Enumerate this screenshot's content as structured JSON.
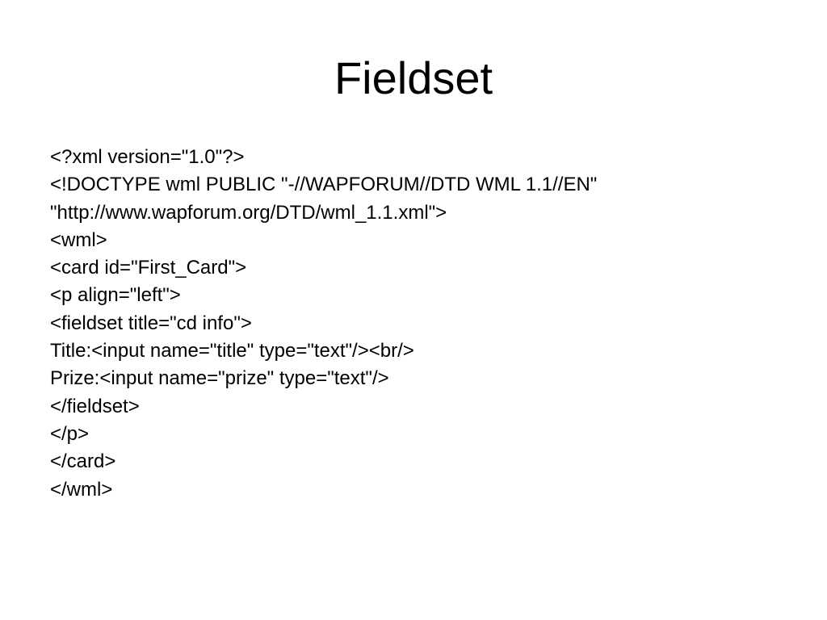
{
  "slide": {
    "title": "Fieldset",
    "lines": [
      "<?xml version=\"1.0\"?>",
      "<!DOCTYPE wml PUBLIC \"-//WAPFORUM//DTD WML 1.1//EN\"",
      "\"http://www.wapforum.org/DTD/wml_1.1.xml\">",
      "<wml>",
      "<card id=\"First_Card\">",
      "<p align=\"left\">",
      "<fieldset title=\"cd info\">",
      "Title:<input name=\"title\" type=\"text\"/><br/>",
      "Prize:<input name=\"prize\" type=\"text\"/>",
      "</fieldset>",
      "</p>",
      "</card>",
      "</wml>"
    ]
  }
}
